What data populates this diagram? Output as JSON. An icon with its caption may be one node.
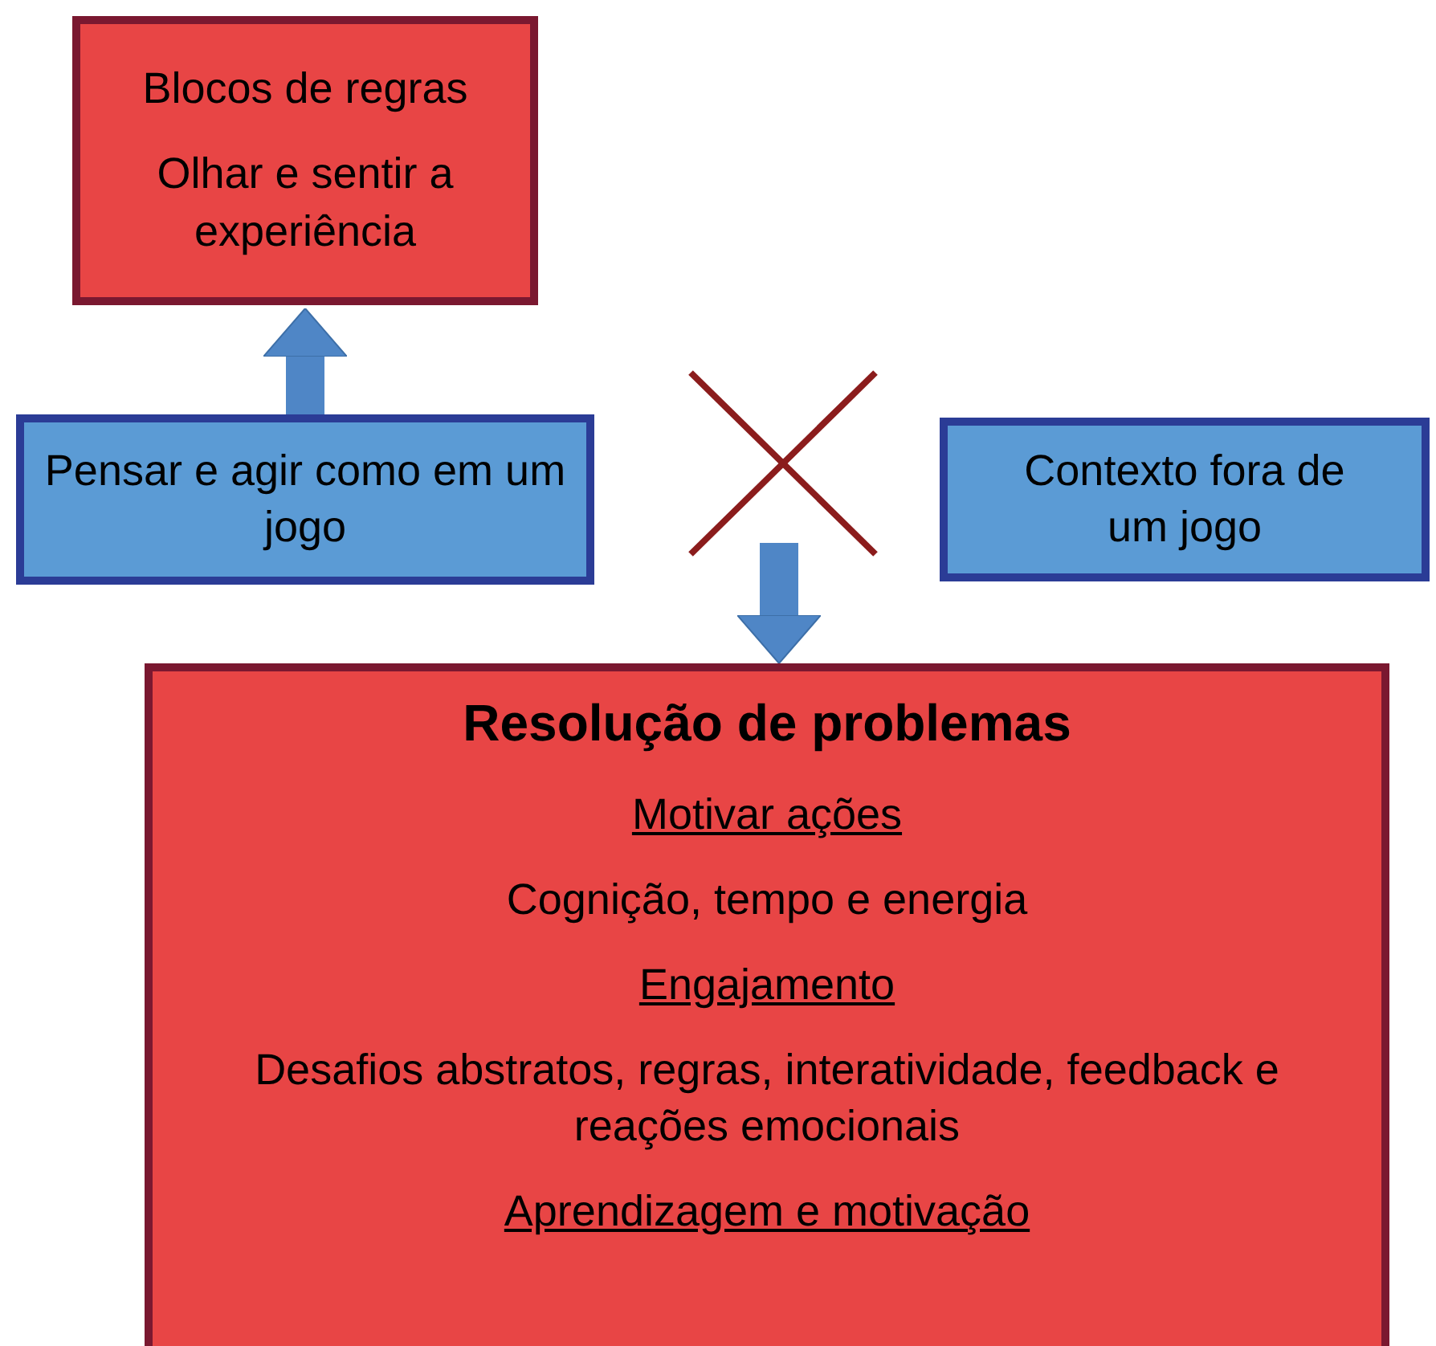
{
  "diagram": {
    "nodes": [
      {
        "text": [
          "Blocos de regras",
          "Olhar e sentir a experiência"
        ]
      },
      {
        "text": [
          "Pensar e agir como em um jogo"
        ]
      },
      {
        "text": [
          "Contexto fora de um jogo"
        ]
      },
      {
        "text": [
          "Resolução de problemas",
          "Motivar ações",
          "Cognição, tempo e energia",
          "Engajamento",
          "Desafios abstratos, regras, interatividade, feedback e reações emocionais",
          "Aprendizagem e motivação"
        ]
      }
    ],
    "edges": [
      {
        "from": 1,
        "to": 0,
        "arrow": "to"
      },
      {
        "from": null,
        "to": 3,
        "arrow": "to"
      }
    ]
  }
}
